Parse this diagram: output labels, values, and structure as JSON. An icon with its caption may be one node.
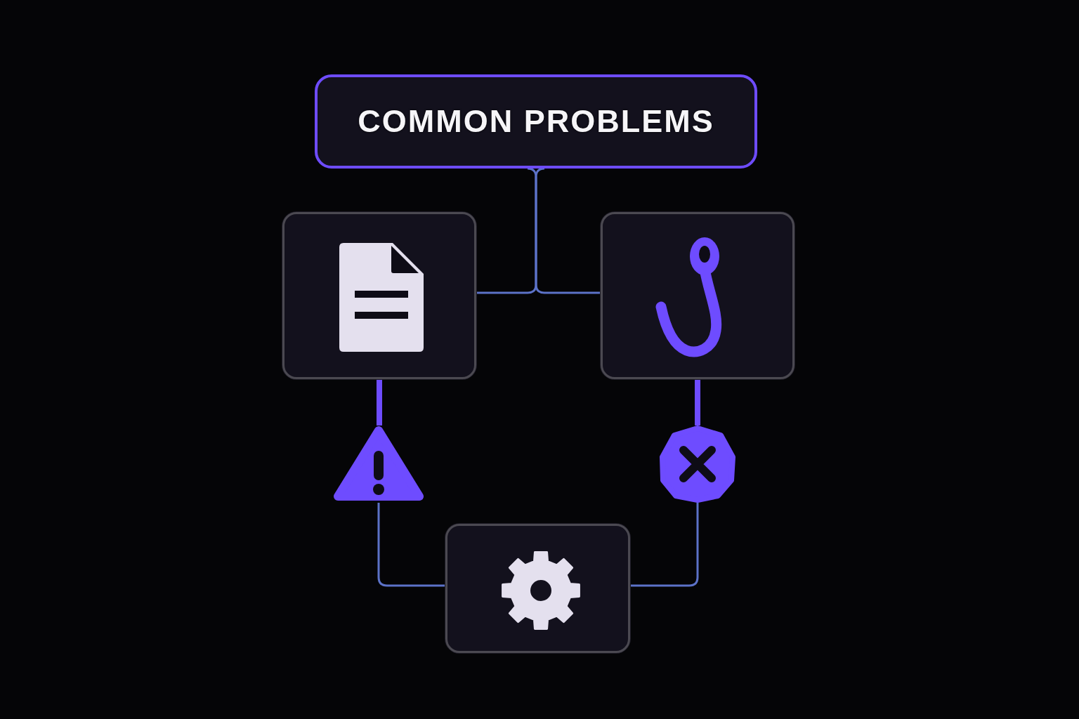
{
  "diagram": {
    "nodes": [
      {
        "text": [
          "COMMON PROBLEMS"
        ]
      },
      {
        "text": [],
        "shape": "box"
      },
      {
        "text": [],
        "shape": "box"
      },
      {
        "text": [],
        "shape": "triangle"
      },
      {
        "text": [],
        "shape": "circle"
      },
      {
        "text": [],
        "shape": "box"
      }
    ],
    "edges": [
      {
        "from": 0,
        "to": 1,
        "arrow": "none"
      },
      {
        "from": 0,
        "to": 2,
        "arrow": "none"
      },
      {
        "from": 1,
        "to": 3,
        "arrow": "none",
        "style": "thick",
        "color": "#6e4cff"
      },
      {
        "from": 2,
        "to": 4,
        "arrow": "none",
        "style": "thick",
        "color": "#6e4cff"
      },
      {
        "from": 3,
        "to": 5,
        "arrow": "none"
      },
      {
        "from": 4,
        "to": 5,
        "arrow": "none"
      }
    ]
  }
}
